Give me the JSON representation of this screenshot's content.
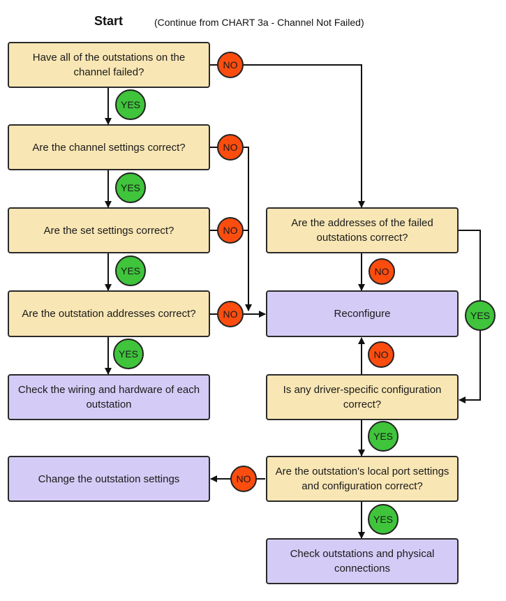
{
  "header": {
    "title": "Start",
    "subtitle": "(Continue from CHART 3a - Channel Not Failed)"
  },
  "nodes": {
    "all_failed": "Have all of the outstations on the channel failed?",
    "channel_settings": "Are the channel settings correct?",
    "set_settings": "Are the set settings correct?",
    "outstation_addresses": "Are the outstation addresses correct?",
    "check_wiring": "Check the wiring and hardware of each outstation",
    "change_settings": "Change the outstation settings",
    "failed_addresses": "Are the addresses of the failed outstations correct?",
    "reconfigure": "Reconfigure",
    "driver_config": "Is any driver-specific configuration correct?",
    "local_port": "Are the outstation's local port settings and configuration correct?",
    "check_physical": "Check outstations and physical connections"
  },
  "labels": {
    "yes": "YES",
    "no": "NO"
  },
  "colors": {
    "question": "#f8e6b4",
    "action": "#d4ccf6",
    "yes": "#3fc43b",
    "no": "#fc4d0f",
    "line": "#111111"
  }
}
